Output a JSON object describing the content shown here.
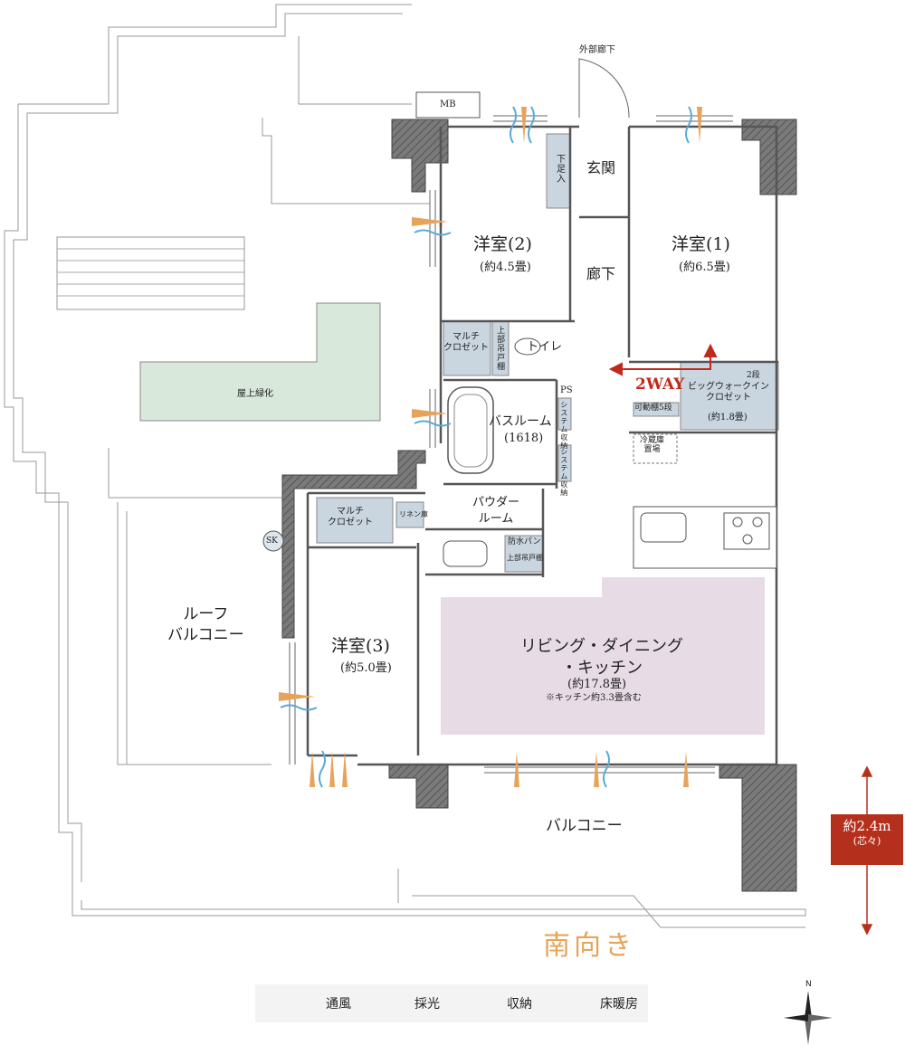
{
  "labels": {
    "outer_corridor": "外部廊下",
    "mb": "MB",
    "entrance": "玄関",
    "shoe": "下足入",
    "room2": "洋室(2)",
    "room2_size": "(約4.5畳)",
    "room1": "洋室(1)",
    "room1_size": "(約6.5畳)",
    "hallway": "廊下",
    "multi_closet": "マルチ\nクロゼット",
    "upper_shelf": "上部吊戸棚",
    "toilet": "トイレ",
    "ps": "PS",
    "bath": "バスルーム",
    "bath_size": "(1618)",
    "system_storage": "システム収納",
    "two_way": "2WAY",
    "big_walkin": "ビッグウォークイン\nクロゼット",
    "walkin_size": "(約1.8畳)",
    "two_tier": "2段",
    "movable_shelf": "可動棚5段",
    "fridge": "冷蔵庫\n置場",
    "rooftop_green": "屋上緑化",
    "sk": "SK",
    "multi_closet2": "マルチ\nクロゼット",
    "linen": "リネン庫",
    "powder": "パウダー\nルーム",
    "waterproof_pan": "防水パン",
    "upper_shelf2": "上部吊戸棚",
    "roof_balcony": "ルーフ\nバルコニー",
    "room3": "洋室(3)",
    "room3_size": "(約5.0畳)",
    "ldk": "リビング・ダイニング\n・キッチン",
    "ldk_size": "(約17.8畳)",
    "ldk_note": "※キッチン約3.3畳含む",
    "balcony": "バルコニー",
    "ceiling": "約2.4m",
    "ceiling_sub": "(芯々)",
    "south": "南向き",
    "compass_n": "N"
  },
  "legend": [
    {
      "label": "通風",
      "icon": "wind-icon",
      "color": "#5aaad6"
    },
    {
      "label": "採光",
      "icon": "light-icon",
      "color": "#e8a35a"
    },
    {
      "label": "収納",
      "icon": "storage-swatch",
      "color": "#e0dcd5"
    },
    {
      "label": "床暖房",
      "icon": "floor-heating-swatch",
      "color": "#f2e3e6"
    }
  ],
  "colors": {
    "wall": "#6b6b6b",
    "storage": "#c9d5df",
    "ldk_heating": "#e7dbe6",
    "green": "#d8e8da",
    "accent_red": "#c0291b",
    "light": "#e8a35a",
    "wind": "#5aaad6"
  }
}
